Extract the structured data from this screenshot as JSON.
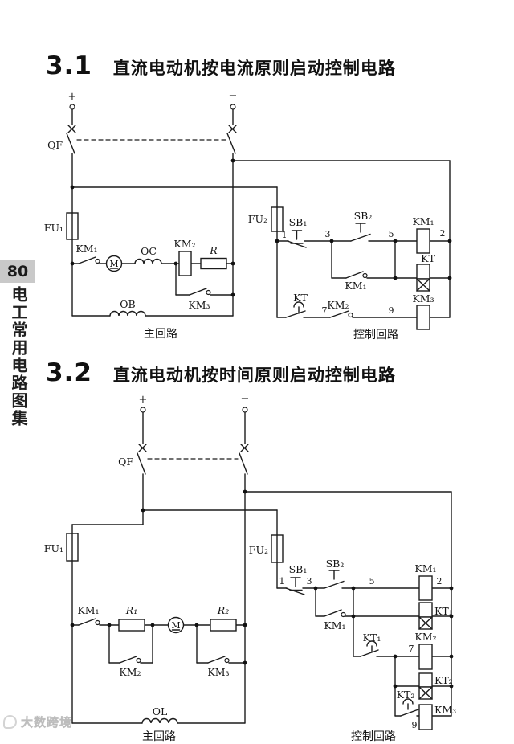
{
  "page": {
    "number": "80",
    "sidebar_title": "电工常用电路图集",
    "watermark_text": "大数跨境",
    "accent_colors": {
      "line": "#1c1c1c",
      "sidebar_band": "#c9c9c9"
    }
  },
  "section1": {
    "number": "3.1",
    "title": "直流电动机按电流原则启动控制电路",
    "labels": {
      "plus": "+",
      "minus": "−",
      "qf": "QF",
      "fu1": "FU₁",
      "fu2": "FU₂",
      "km1": "KM₁",
      "m": "M",
      "oc": "OC",
      "km2": "KM₂",
      "r": "R",
      "km3": "KM₃",
      "ob": "OB",
      "sb1": "SB₁",
      "sb2": "SB₂",
      "kt": "KT",
      "n1": "1",
      "n2": "2",
      "n3": "3",
      "n5": "5",
      "n7": "7",
      "n9": "9",
      "main_caption": "主回路",
      "control_caption": "控制回路"
    }
  },
  "section2": {
    "number": "3.2",
    "title": "直流电动机按时间原则启动控制电路",
    "labels": {
      "plus": "+",
      "minus": "−",
      "qf": "QF",
      "fu1": "FU₁",
      "fu2": "FU₂",
      "km1": "KM₁",
      "m": "M",
      "r1": "R₁",
      "r2": "R₂",
      "km2": "KM₂",
      "km3": "KM₃",
      "ol": "OL",
      "sb1": "SB₁",
      "sb2": "SB₂",
      "kt1": "KT₁",
      "kt2": "KT₂",
      "n1": "1",
      "n2": "2",
      "n3": "3",
      "n5": "5",
      "n7": "7",
      "n9": "9",
      "main_caption": "主回路",
      "control_caption": "控制回路"
    }
  }
}
